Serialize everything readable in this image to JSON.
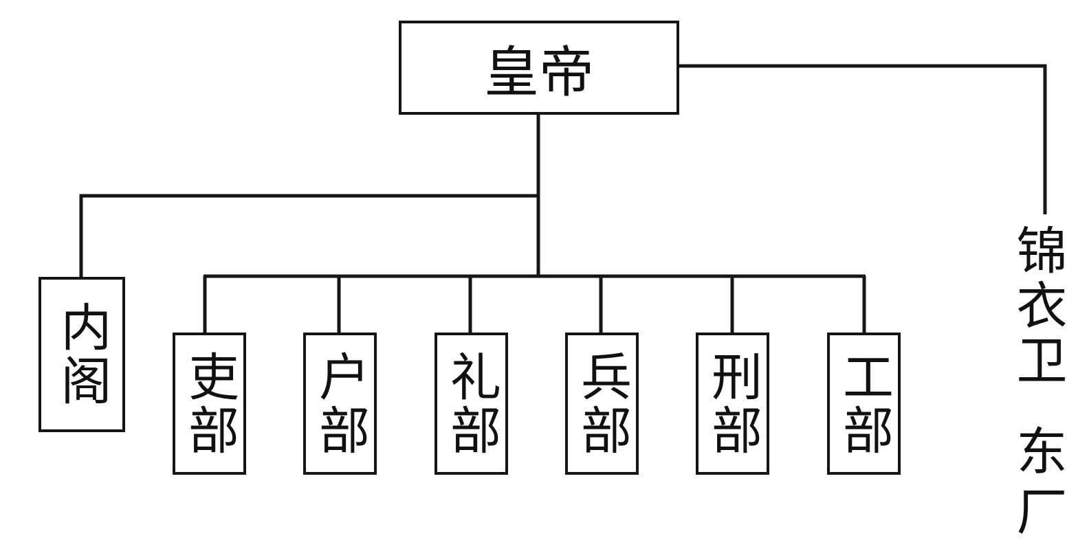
{
  "root": {
    "label": "皇帝"
  },
  "cabinet": {
    "label": "内阁"
  },
  "ministries": [
    {
      "label": "吏部"
    },
    {
      "label": "户部"
    },
    {
      "label": "礼部"
    },
    {
      "label": "兵部"
    },
    {
      "label": "刑部"
    },
    {
      "label": "工部"
    }
  ],
  "side_agencies": {
    "first": "锦衣卫",
    "second": "东厂"
  }
}
